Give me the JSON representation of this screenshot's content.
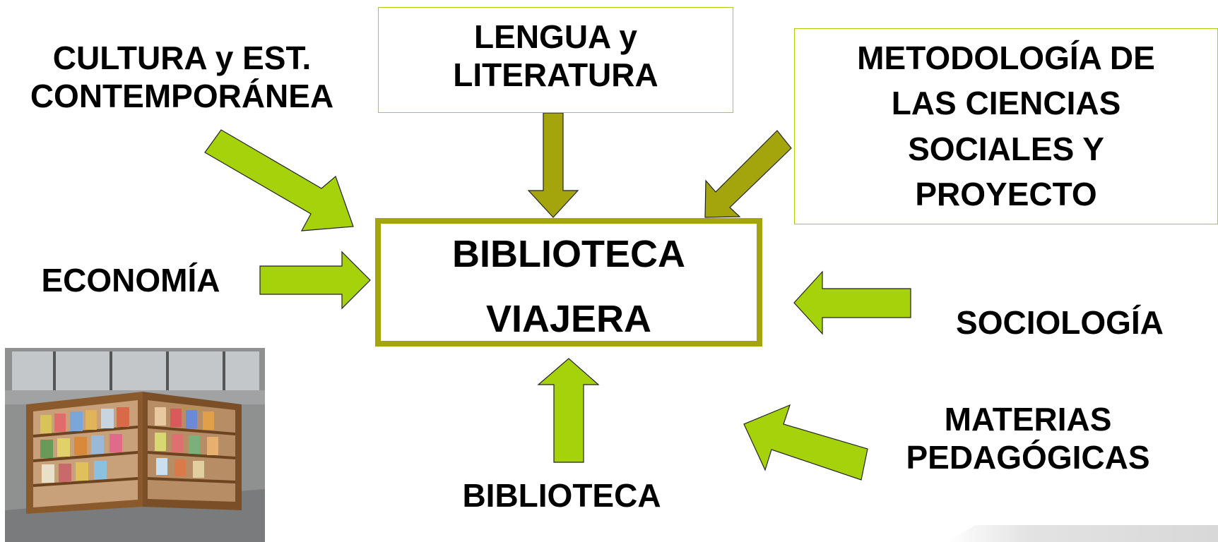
{
  "nodes": {
    "cultura": [
      "CULTURA y EST.",
      "CONTEMPORÁNEA"
    ],
    "lengua": [
      "LENGUA y",
      "LITERATURA"
    ],
    "metodologia": [
      "METODOLOGÍA DE",
      "LAS CIENCIAS",
      "SOCIALES Y",
      "PROYECTO"
    ],
    "economia": "ECONOMÍA",
    "sociologia": "SOCIOLOGÍA",
    "materias": [
      "MATERIAS",
      "PEDAGÓGICAS"
    ],
    "biblioteca": "BIBLIOTECA"
  },
  "center": [
    "BIBLIOTECA",
    "VIAJERA"
  ],
  "photo": {
    "subject": "bookshelf-with-books"
  },
  "colors": {
    "arrow_light": "#a6d20c",
    "arrow_olive": "#a4a40c",
    "box_border_light": "#a6d20c",
    "center_border": "#a4a40c",
    "text": "#000000"
  }
}
